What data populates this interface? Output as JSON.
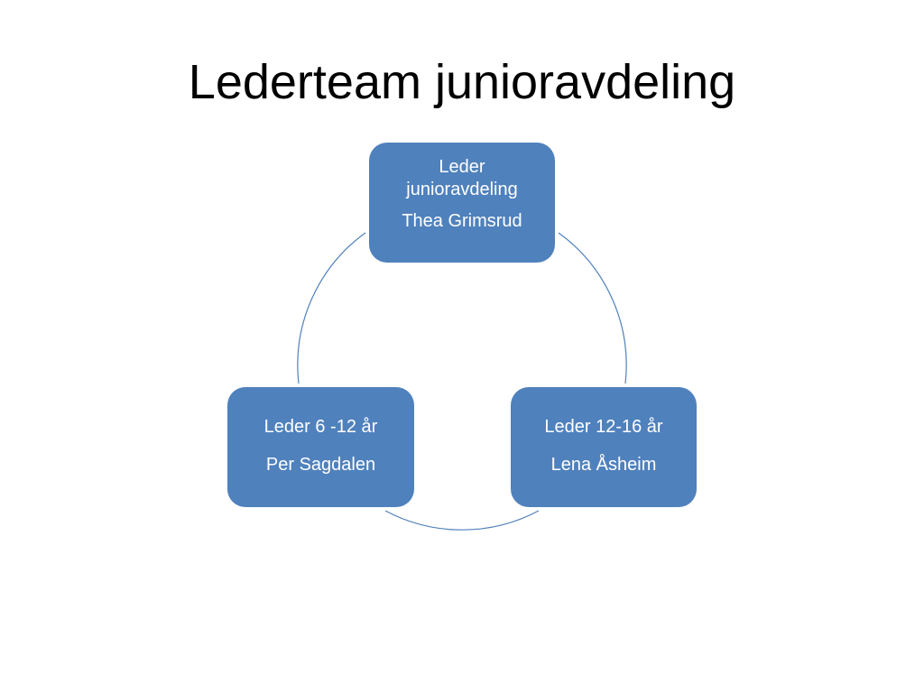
{
  "title": "Lederteam junioravdeling",
  "accent_color": "#4f81bd",
  "connector_color": "#4f81bd",
  "nodes": [
    {
      "role": "Leder junioravdeling",
      "person": "Thea Grimsrud"
    },
    {
      "role": "Leder 6 -12 år",
      "person": "Per Sagdalen"
    },
    {
      "role": "Leder 12-16 år",
      "person": "Lena Åsheim"
    }
  ]
}
